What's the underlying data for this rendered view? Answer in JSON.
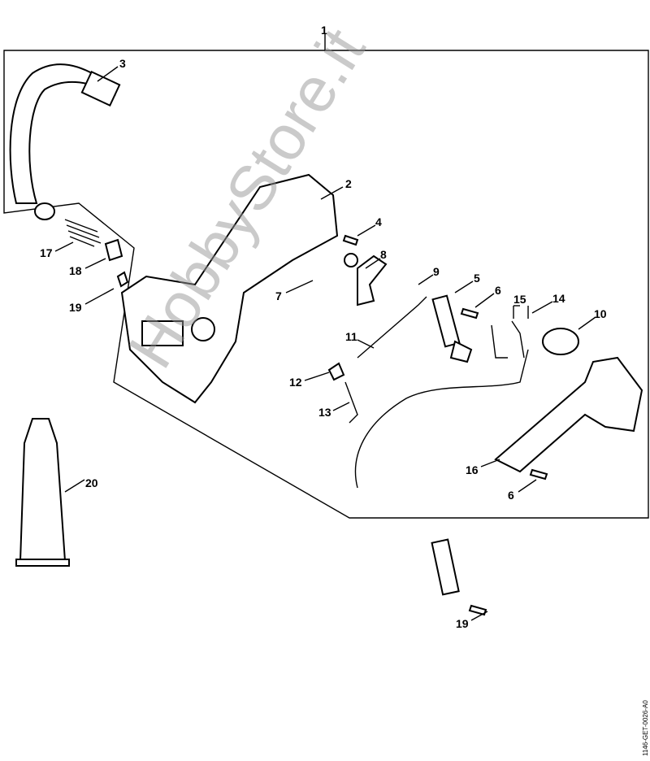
{
  "watermark": "HobbyStore.it",
  "drawing_code": "1146-GET-0026-A0",
  "callouts": [
    "1",
    "2",
    "3",
    "4",
    "5",
    "6",
    "7",
    "8",
    "9",
    "10",
    "11",
    "12",
    "13",
    "14",
    "15",
    "16",
    "6",
    "17",
    "18",
    "19",
    "20",
    "19"
  ]
}
